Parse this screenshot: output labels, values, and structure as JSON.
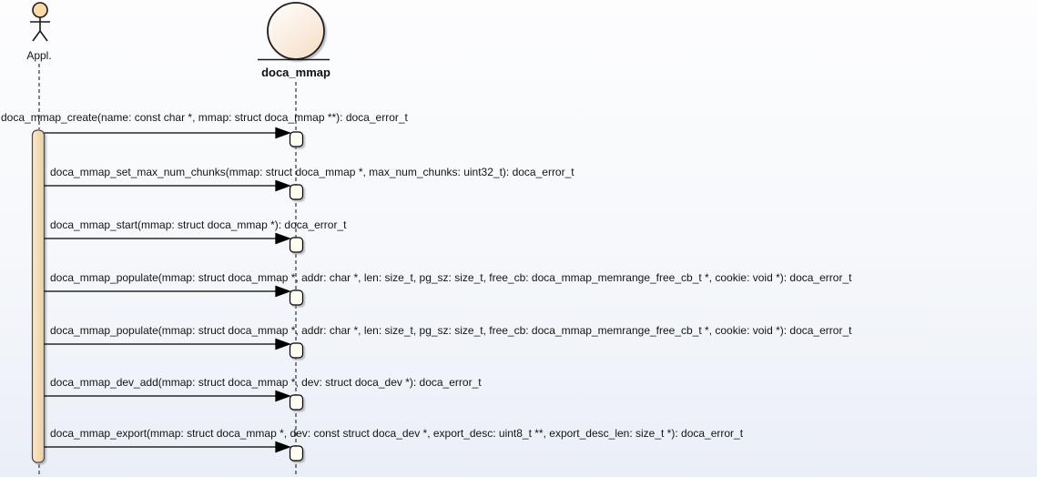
{
  "actor": {
    "label": "Appl."
  },
  "object": {
    "label": "doca_mmap"
  },
  "messages": [
    {
      "label": "doca_mmap_create(name: const char *, mmap: struct doca_mmap **): doca_error_t"
    },
    {
      "label": "doca_mmap_set_max_num_chunks(mmap: struct doca_mmap *, max_num_chunks: uint32_t): doca_error_t"
    },
    {
      "label": "doca_mmap_start(mmap: struct doca_mmap *): doca_error_t"
    },
    {
      "label": "doca_mmap_populate(mmap: struct doca_mmap *, addr: char *, len: size_t, pg_sz: size_t, free_cb: doca_mmap_memrange_free_cb_t *, cookie: void *): doca_error_t"
    },
    {
      "label": "doca_mmap_populate(mmap: struct doca_mmap *, addr: char *, len: size_t, pg_sz: size_t, free_cb: doca_mmap_memrange_free_cb_t *, cookie: void *): doca_error_t"
    },
    {
      "label": "doca_mmap_dev_add(mmap: struct doca_mmap *, dev: struct doca_dev *): doca_error_t"
    },
    {
      "label": "doca_mmap_export(mmap: struct doca_mmap *, dev: const struct doca_dev *, export_desc: uint8_t **, export_desc_len: size_t *): doca_error_t"
    }
  ],
  "colors": {
    "stroke": "#1a1a1a",
    "lifeline": "#333333",
    "activation_fill_light": "#fae8cd",
    "activation_fill_dark": "#eccfa2",
    "target_box_fill": "#fffdf2",
    "actor_head_fill": "#fbd8a8",
    "object_fill_start": "#ffffff",
    "object_fill_end": "#f7dfc9",
    "background_top": "#fdfdfe",
    "background_bottom": "#eaeef6"
  }
}
